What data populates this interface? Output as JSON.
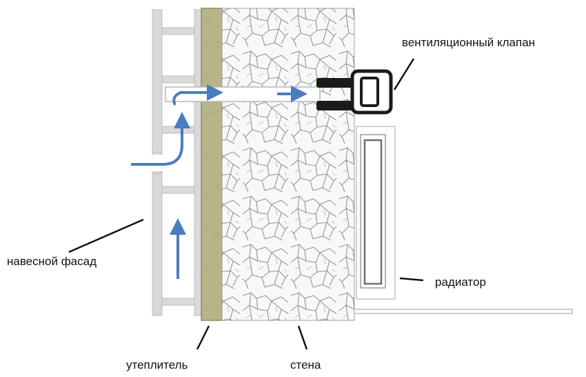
{
  "labels": {
    "valve": "вентиляционный клапан",
    "facade": "навесной фасад",
    "radiator": "радиатор",
    "insulation": "утеплитель",
    "wall": "стена"
  },
  "colors": {
    "frame": "#d9d9d9",
    "frame_edge": "#bdbdbd",
    "insulation": "#b9b488",
    "insulation_edge": "#8f8a5e",
    "wall_fill": "#f7f8f8",
    "crack": "#8e9396",
    "airflow": "#4a7cc2",
    "valve_dark": "#1b1b1b",
    "leader": "#111111"
  },
  "icons": [
    "airflow-arrow-icon",
    "valve-icon",
    "radiator-icon"
  ]
}
